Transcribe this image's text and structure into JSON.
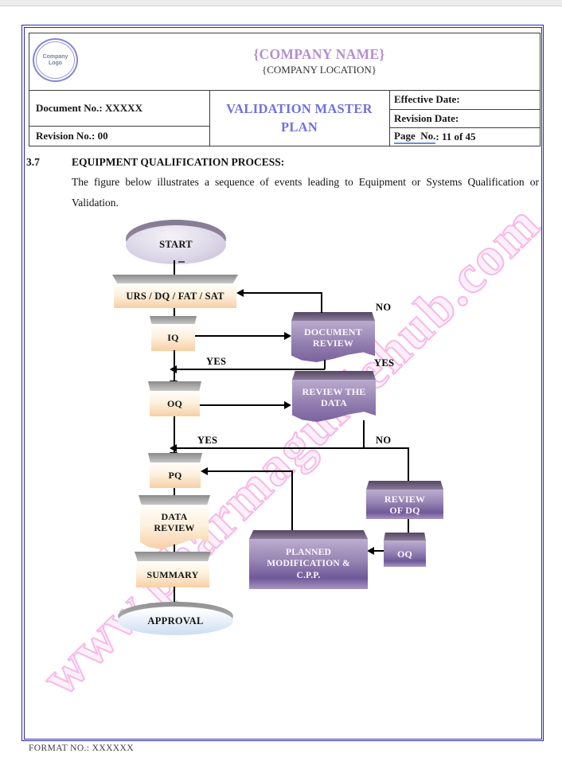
{
  "header": {
    "logo_text": "Company Logo",
    "company_name": "{COMPANY NAME}",
    "company_location": "{COMPANY LOCATION}",
    "document_no": "Document No.: XXXXX",
    "revision_no": "Revision No.: 00",
    "title": "VALIDATION MASTER PLAN",
    "effective_date": "Effective Date:",
    "revision_date": "Revision Date:",
    "page_no_label": "Page  No.",
    "page_no_rest": ": 11 of 45"
  },
  "section": {
    "number": "3.7",
    "heading": "EQUIPMENT QUALIFICATION PROCESS:",
    "body_line1": "The figure below illustrates a sequence of events leading to Equipment or Systems Qualification or",
    "body_line2": "Validation."
  },
  "flowchart": {
    "nodes": {
      "start": "START",
      "urs": "URS / DQ / FAT / SAT",
      "iq": "IQ",
      "oq": "OQ",
      "pq": "PQ",
      "data_review": {
        "l1": "DATA",
        "l2": "REVIEW"
      },
      "summary": "SUMMARY",
      "approval": "APPROVAL",
      "document_review": {
        "l1": "DOCUMENT",
        "l2": "REVIEW"
      },
      "review_the_data": {
        "l1": "REVIEW THE",
        "l2": "DATA"
      },
      "review_of_dq": {
        "l1": "REVIEW",
        "l2": "OF DQ"
      },
      "oq_2": "OQ",
      "planned_modification": {
        "l1": "PLANNED",
        "l2": "MODIFICATION &",
        "l3": "C.P.P."
      }
    },
    "labels": {
      "no_top": "NO",
      "yes_doc_left": "YES",
      "yes_doc_right": "YES",
      "yes_data": "YES",
      "no_data": "NO"
    }
  },
  "watermark": "www.pharmaguidehub.com",
  "footer": "FORMAT NO.: XXXXXX",
  "colors": {
    "page_border_blue": "#2b2ba8",
    "company_name_purple": "#b48fd0",
    "doc_title_blue": "#6f6fe0",
    "page_no_underline": "#6c8cd9",
    "watermark_pink": "#f5b9e7",
    "flow_purple_dark": "#6f589a",
    "flow_purple_light": "#bcaed0",
    "flow_cream_peach": "#f7cfa6",
    "bevel_gray": "#8b8b8b",
    "approval_blue": "#cfdff2"
  }
}
